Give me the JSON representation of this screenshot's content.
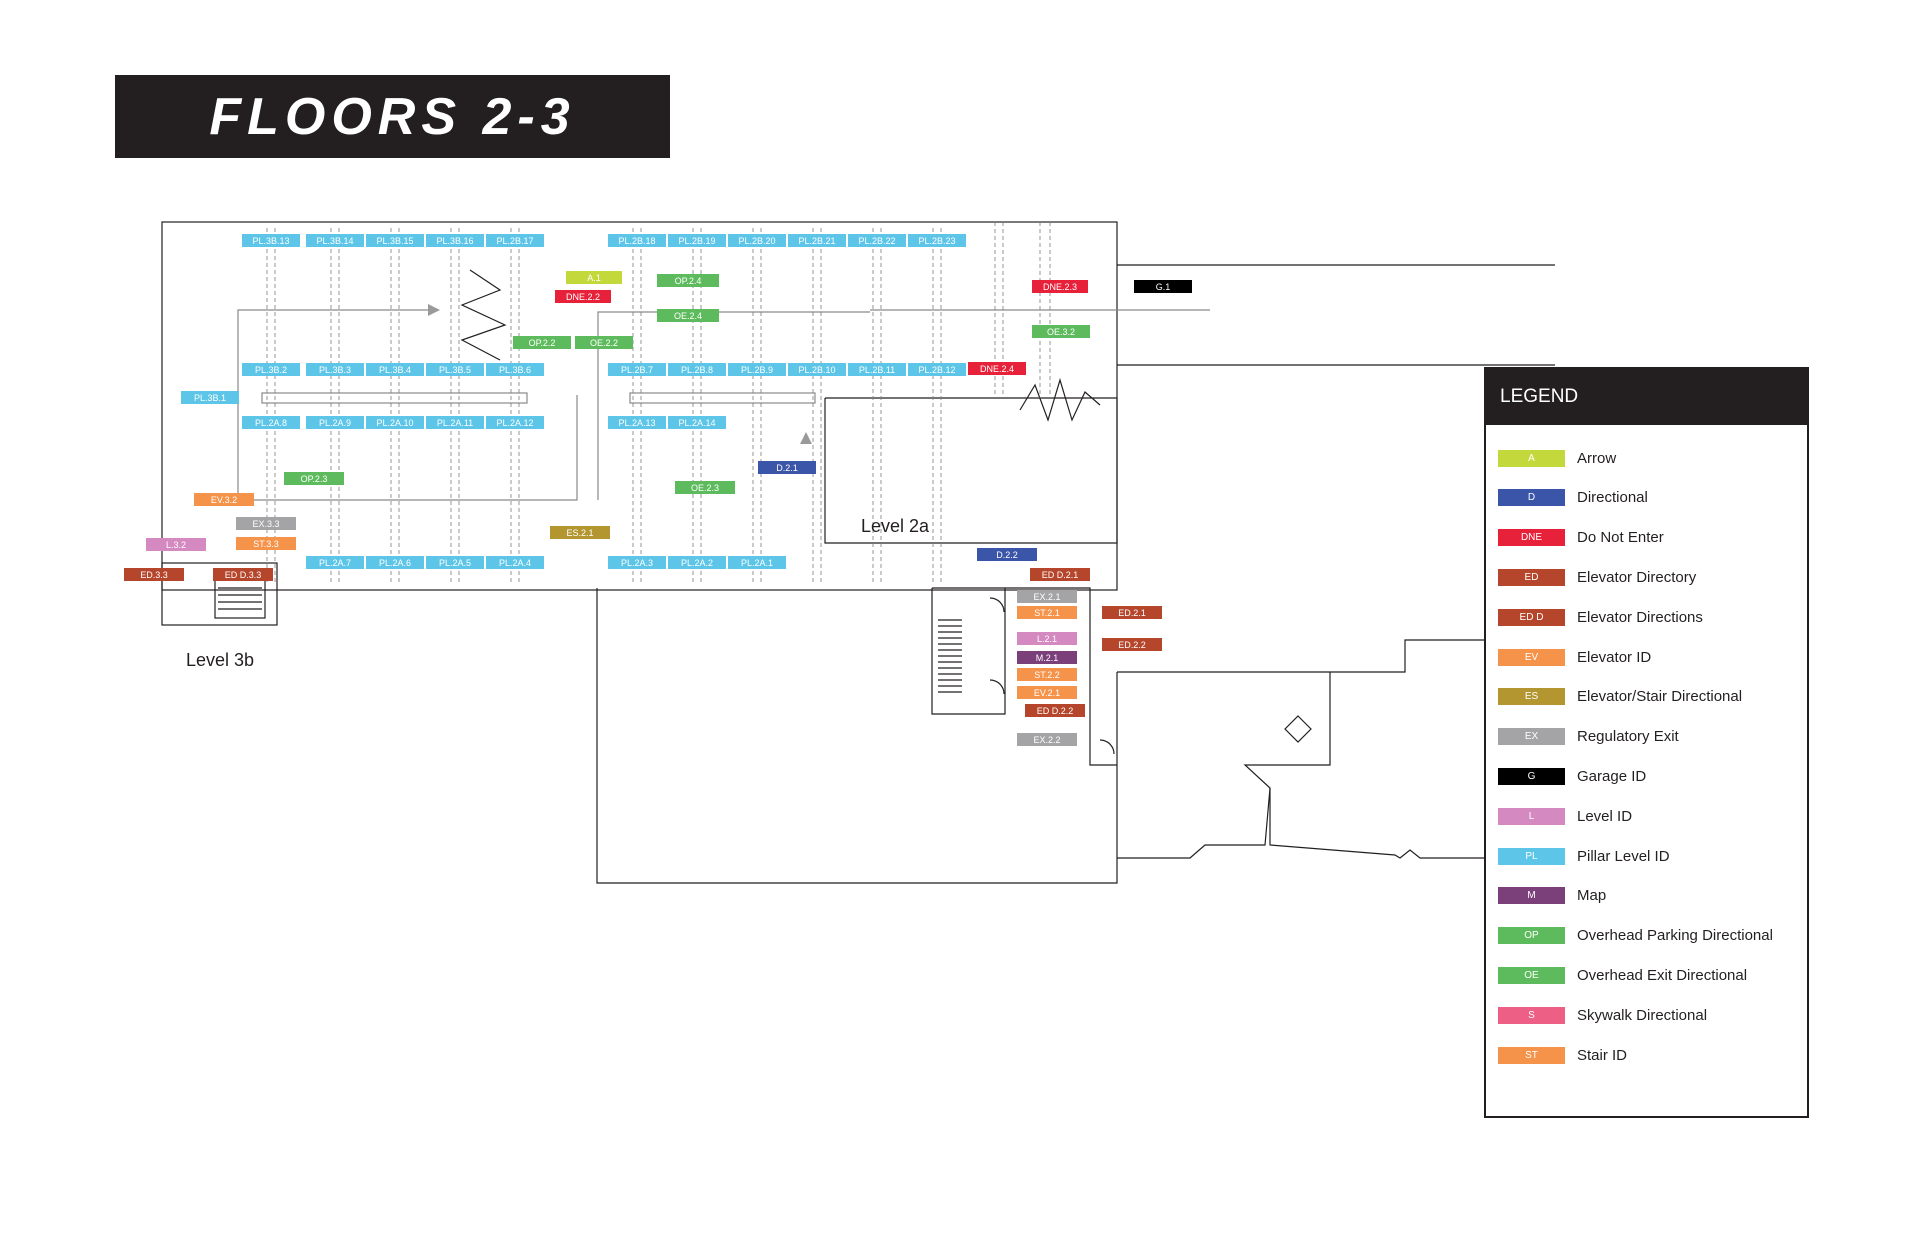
{
  "title": "FLOORS 2-3",
  "colors": {
    "A": "#c3d83b",
    "D": "#3b55a8",
    "DNE": "#e8213a",
    "ED": "#b5462c",
    "EDD": "#b5462c",
    "EV": "#f6934a",
    "ES": "#b39630",
    "EX": "#a4a4a6",
    "G": "#000000",
    "L": "#d48ac0",
    "PL": "#5cc5e8",
    "M": "#7b3f7a",
    "OP": "#5dbb5d",
    "OE": "#5dbb5d",
    "S": "#ee5f86",
    "ST": "#f6934a"
  },
  "level_labels": [
    "Level 2a",
    "Level 3b"
  ],
  "legend": {
    "title": "LEGEND",
    "items": [
      {
        "code": "A",
        "label": "Arrow",
        "color": "#c3d83b"
      },
      {
        "code": "D",
        "label": "Directional",
        "color": "#3b55a8"
      },
      {
        "code": "DNE",
        "label": "Do Not Enter",
        "color": "#e8213a"
      },
      {
        "code": "ED",
        "label": "Elevator Directory",
        "color": "#b5462c"
      },
      {
        "code": "ED D",
        "label": "Elevator Directions",
        "color": "#b5462c"
      },
      {
        "code": "EV",
        "label": "Elevator ID",
        "color": "#f6934a"
      },
      {
        "code": "ES",
        "label": "Elevator/Stair Directional",
        "color": "#b39630"
      },
      {
        "code": "EX",
        "label": "Regulatory Exit",
        "color": "#a4a4a6"
      },
      {
        "code": "G",
        "label": "Garage ID",
        "color": "#000000"
      },
      {
        "code": "L",
        "label": "Level ID",
        "color": "#d48ac0"
      },
      {
        "code": "PL",
        "label": "Pillar Level ID",
        "color": "#5cc5e8"
      },
      {
        "code": "M",
        "label": "Map",
        "color": "#7b3f7a"
      },
      {
        "code": "OP",
        "label": "Overhead Parking Directional",
        "color": "#5dbb5d"
      },
      {
        "code": "OE",
        "label": "Overhead Exit Directional",
        "color": "#5dbb5d"
      },
      {
        "code": "S",
        "label": "Skywalk Directional",
        "color": "#ee5f86"
      },
      {
        "code": "ST",
        "label": "Stair ID",
        "color": "#f6934a"
      }
    ]
  },
  "map_tags": [
    {
      "text": "PL.3B.13",
      "type": "PL"
    },
    {
      "text": "PL.3B.14",
      "type": "PL"
    },
    {
      "text": "PL.3B.15",
      "type": "PL"
    },
    {
      "text": "PL.3B.16",
      "type": "PL"
    },
    {
      "text": "PL.2B.17",
      "type": "PL"
    },
    {
      "text": "PL.2B.18",
      "type": "PL"
    },
    {
      "text": "PL.2B.19",
      "type": "PL"
    },
    {
      "text": "PL.2B.20",
      "type": "PL"
    },
    {
      "text": "PL.2B.21",
      "type": "PL"
    },
    {
      "text": "PL.2B.22",
      "type": "PL"
    },
    {
      "text": "PL.2B.23",
      "type": "PL"
    },
    {
      "text": "A.1",
      "type": "A"
    },
    {
      "text": "DNE.2.2",
      "type": "DNE"
    },
    {
      "text": "OP.2.4",
      "type": "OP"
    },
    {
      "text": "OE.2.4",
      "type": "OE"
    },
    {
      "text": "DNE.2.3",
      "type": "DNE"
    },
    {
      "text": "G.1",
      "type": "G"
    },
    {
      "text": "OE.3.2",
      "type": "OE"
    },
    {
      "text": "OP.2.2",
      "type": "OP"
    },
    {
      "text": "OE.2.2",
      "type": "OE"
    },
    {
      "text": "PL.3B.1",
      "type": "PL"
    },
    {
      "text": "PL.3B.2",
      "type": "PL"
    },
    {
      "text": "PL.3B.3",
      "type": "PL"
    },
    {
      "text": "PL.3B.4",
      "type": "PL"
    },
    {
      "text": "PL.3B.5",
      "type": "PL"
    },
    {
      "text": "PL.3B.6",
      "type": "PL"
    },
    {
      "text": "PL.2B.7",
      "type": "PL"
    },
    {
      "text": "PL.2B.8",
      "type": "PL"
    },
    {
      "text": "PL.2B.9",
      "type": "PL"
    },
    {
      "text": "PL.2B.10",
      "type": "PL"
    },
    {
      "text": "PL.2B.11",
      "type": "PL"
    },
    {
      "text": "PL.2B.12",
      "type": "PL"
    },
    {
      "text": "DNE.2.4",
      "type": "DNE"
    },
    {
      "text": "PL.2A.8",
      "type": "PL"
    },
    {
      "text": "PL.2A.9",
      "type": "PL"
    },
    {
      "text": "PL.2A.10",
      "type": "PL"
    },
    {
      "text": "PL.2A.11",
      "type": "PL"
    },
    {
      "text": "PL.2A.12",
      "type": "PL"
    },
    {
      "text": "PL.2A.13",
      "type": "PL"
    },
    {
      "text": "PL.2A.14",
      "type": "PL"
    },
    {
      "text": "D.2.1",
      "type": "D"
    },
    {
      "text": "OP.2.3",
      "type": "OP"
    },
    {
      "text": "OE.2.3",
      "type": "OE"
    },
    {
      "text": "EV.3.2",
      "type": "EV"
    },
    {
      "text": "EX.3.3",
      "type": "EX"
    },
    {
      "text": "ST.3.3",
      "type": "ST"
    },
    {
      "text": "L.3.2",
      "type": "L"
    },
    {
      "text": "ED.3.3",
      "type": "ED"
    },
    {
      "text": "ED D.3.3",
      "type": "ED"
    },
    {
      "text": "ES.2.1",
      "type": "ES"
    },
    {
      "text": "D.2.2",
      "type": "D"
    },
    {
      "text": "PL.2A.7",
      "type": "PL"
    },
    {
      "text": "PL.2A.6",
      "type": "PL"
    },
    {
      "text": "PL.2A.5",
      "type": "PL"
    },
    {
      "text": "PL.2A.4",
      "type": "PL"
    },
    {
      "text": "PL.2A.3",
      "type": "PL"
    },
    {
      "text": "PL.2A.2",
      "type": "PL"
    },
    {
      "text": "PL.2A.1",
      "type": "PL"
    },
    {
      "text": "ED D.2.1",
      "type": "ED"
    },
    {
      "text": "EX.2.1",
      "type": "EX"
    },
    {
      "text": "ST.2.1",
      "type": "ST"
    },
    {
      "text": "ED.2.1",
      "type": "ED"
    },
    {
      "text": "L.2.1",
      "type": "L"
    },
    {
      "text": "ED.2.2",
      "type": "ED"
    },
    {
      "text": "M.2.1",
      "type": "M"
    },
    {
      "text": "ST.2.2",
      "type": "ST"
    },
    {
      "text": "EV.2.1",
      "type": "EV"
    },
    {
      "text": "ED D.2.2",
      "type": "ED"
    },
    {
      "text": "EX.2.2",
      "type": "EX"
    }
  ]
}
